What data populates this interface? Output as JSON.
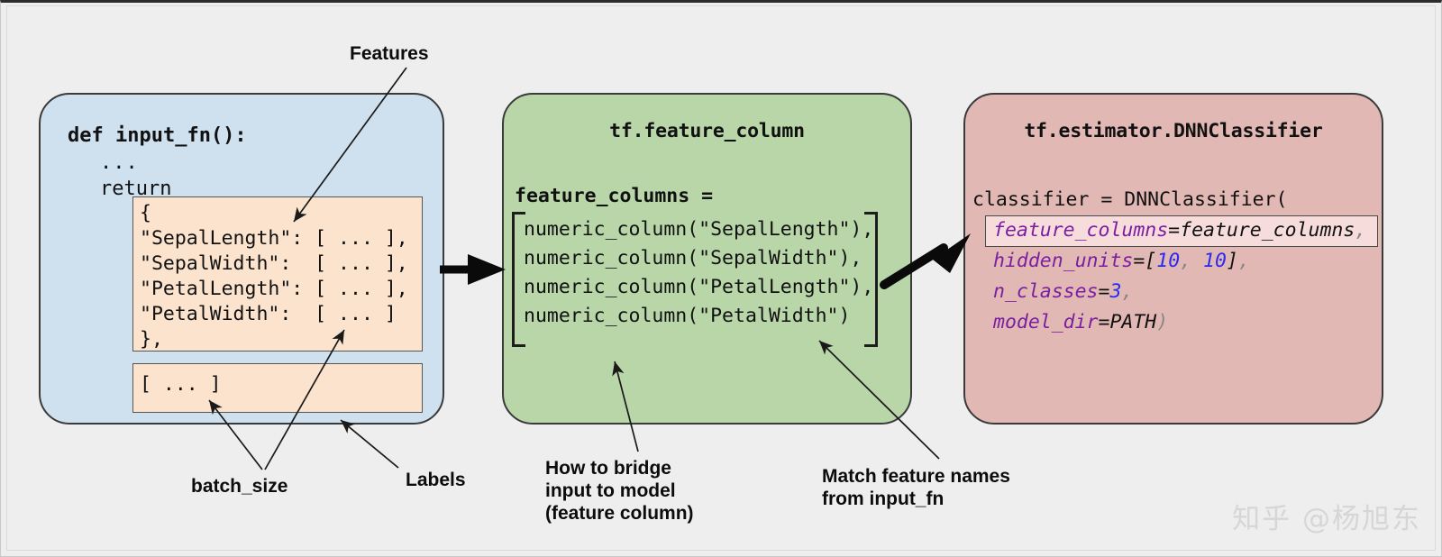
{
  "colors": {
    "background": "#eeeeee",
    "input_panel": "#cfe0ef",
    "feature_column_panel": "#b8d6a8",
    "estimator_panel": "#e2b8b4",
    "peach_box": "#fbe3cd",
    "highlight_box": "#f6dcda",
    "keyword_purple": "#7b1fa2",
    "number_blue": "#2a2af0",
    "border": "#3a3a3a"
  },
  "panels": {
    "input": {
      "title": "",
      "def_line": "def input_fn():",
      "dots_line": "...",
      "return_line": "return",
      "features_box": [
        "{",
        "\"SepalLength\": [ ... ],",
        "\"SepalWidth\":  [ ... ],",
        "\"PetalLength\": [ ... ],",
        "\"PetalWidth\":  [ ... ]",
        "},"
      ],
      "labels_box": [
        "[ ... ]"
      ]
    },
    "feature_column": {
      "title": "tf.feature_column",
      "assignment": "feature_columns =",
      "items": [
        "numeric_column(\"SepalLength\"),",
        "numeric_column(\"SepalWidth\"),",
        "numeric_column(\"PetalLength\"),",
        "numeric_column(\"PetalWidth\")"
      ]
    },
    "estimator": {
      "title": "tf.estimator.DNNClassifier",
      "call_line": "classifier = DNNClassifier(",
      "kwargs": [
        {
          "name": "feature_columns",
          "eq": "=",
          "value": "feature_columns",
          "punct": ",",
          "highlighted": true
        },
        {
          "name": "hidden_units",
          "eq": "=",
          "value_prefix": "[",
          "numbers": [
            "10",
            "10"
          ],
          "value_suffix": "]",
          "punct": ","
        },
        {
          "name": "n_classes",
          "eq": "=",
          "numbers": [
            "3"
          ],
          "punct": ","
        },
        {
          "name": "model_dir",
          "eq": "=",
          "value": "PATH",
          "punct": ")"
        }
      ]
    }
  },
  "callouts": {
    "features": "Features",
    "batch_size": "batch_size",
    "labels": "Labels",
    "bridge": "How to bridge\ninput to model\n(feature column)",
    "match": "Match feature names\nfrom input_fn"
  },
  "watermark": "知乎 @杨旭东"
}
